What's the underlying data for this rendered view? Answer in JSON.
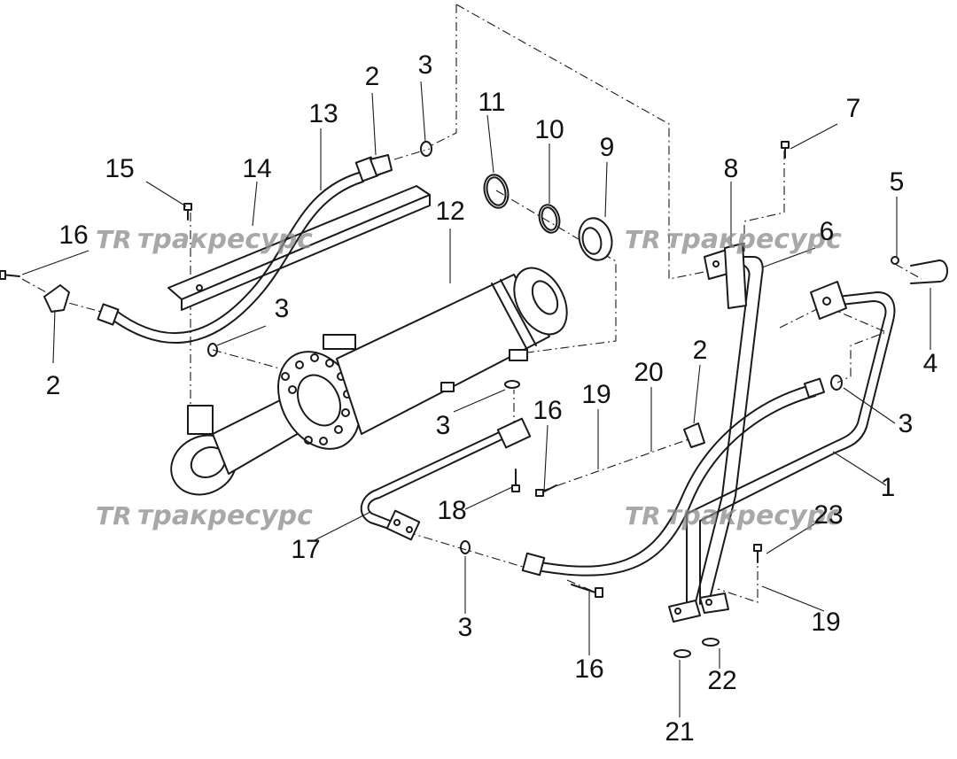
{
  "watermark": {
    "logo": "TR",
    "text": "тракресурс"
  },
  "callouts": [
    "1",
    "2",
    "2",
    "2",
    "3",
    "3",
    "3",
    "3",
    "3",
    "4",
    "5",
    "6",
    "7",
    "8",
    "9",
    "10",
    "11",
    "12",
    "13",
    "14",
    "15",
    "16",
    "16",
    "16",
    "17",
    "18",
    "19",
    "19",
    "20",
    "21",
    "22",
    "23"
  ],
  "colors": {
    "line": "#1a1a1a",
    "watermark": "#8c8c8c",
    "background": "#ffffff"
  }
}
